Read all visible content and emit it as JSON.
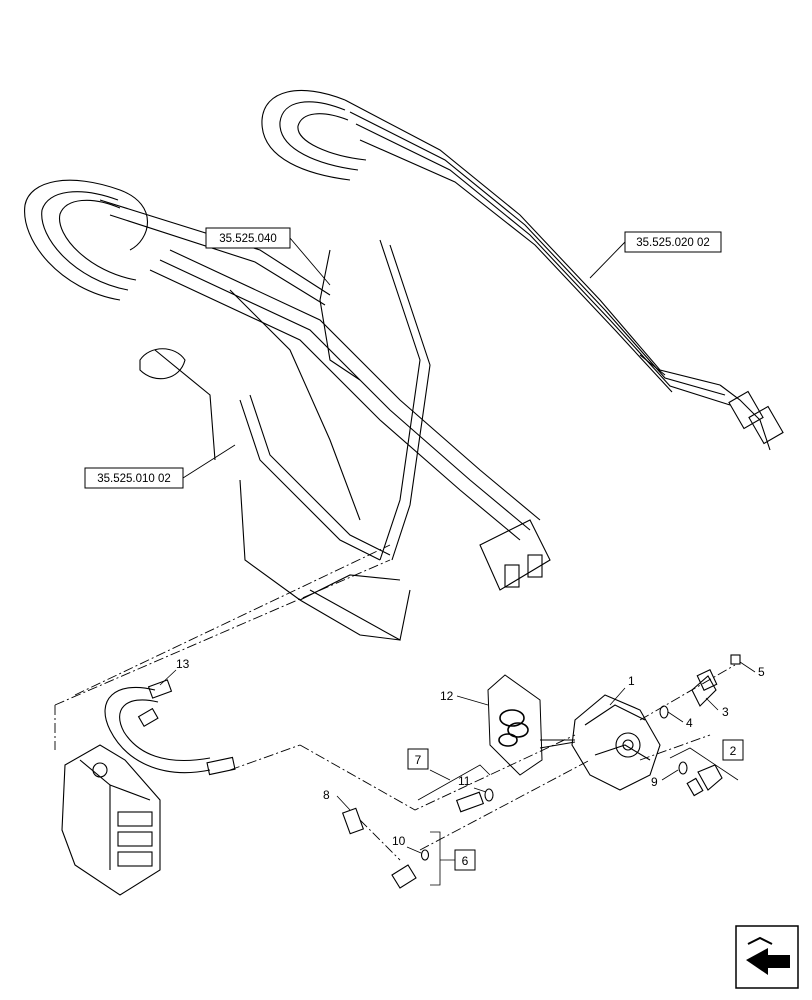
{
  "references": {
    "ref_040": "35.525.040",
    "ref_020": "35.525.020 02",
    "ref_010": "35.525.010 02"
  },
  "callouts": {
    "c1": "1",
    "c2": "2",
    "c3": "3",
    "c4": "4",
    "c5": "5",
    "c6": "6",
    "c7": "7",
    "c8": "8",
    "c9": "9",
    "c10": "10",
    "c11": "11",
    "c12": "12",
    "c13": "13"
  },
  "icons": {
    "nav": "next-page-arrow-icon"
  }
}
